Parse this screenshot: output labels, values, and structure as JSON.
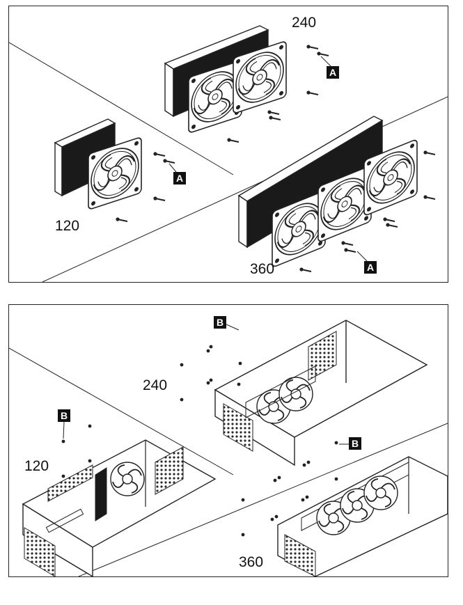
{
  "top_panel": {
    "labels": {
      "small": "120",
      "medium": "240",
      "large": "360"
    },
    "callout": "A"
  },
  "bottom_panel": {
    "labels": {
      "small": "120",
      "medium": "240",
      "large": "360"
    },
    "callout": "B"
  },
  "colors": {
    "line": "#222222",
    "badge": "#111111",
    "radiator": "#1a1a1a",
    "mesh": "#2a2a2a"
  }
}
